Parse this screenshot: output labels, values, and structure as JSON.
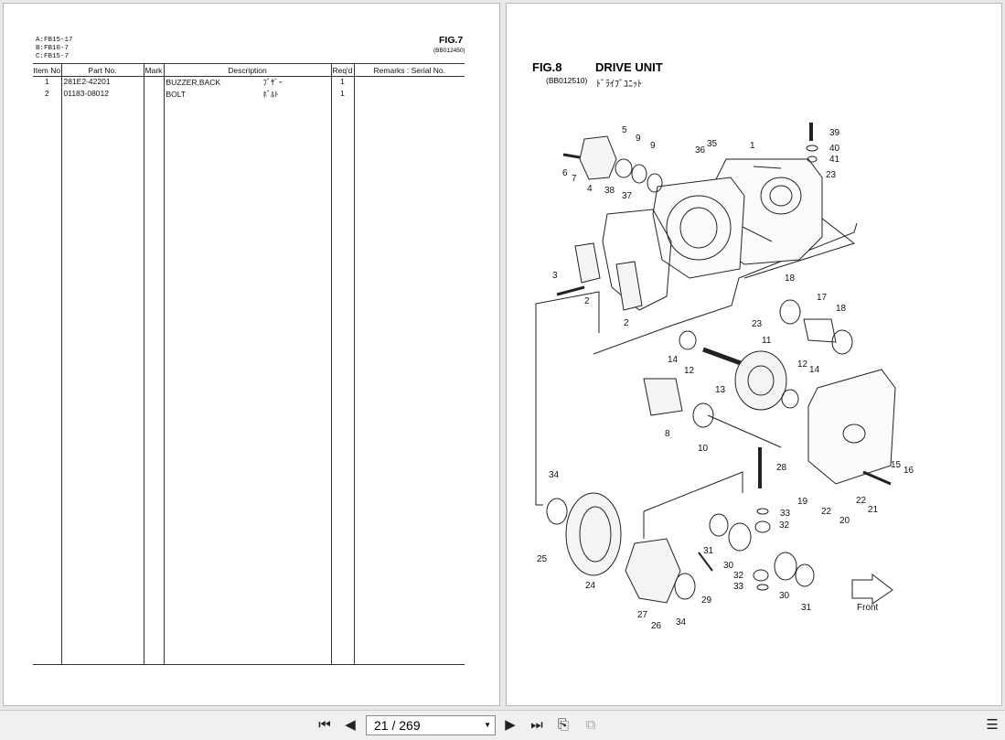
{
  "left_page": {
    "models": [
      "A:FB15-17",
      "B:FB10-7",
      "C:FB15-7"
    ],
    "fig_label": "FIG.7",
    "fig_code": "(BB012450)",
    "columns": [
      "Item No",
      "Part No.",
      "Mark",
      "Description",
      "Req'd",
      "Remarks : Serial No."
    ],
    "rows": [
      {
        "item": "1",
        "part_no": "281E2-42201",
        "mark": "",
        "description": "BUZZER,BACK",
        "jp": "ﾌﾞｻﾞｰ",
        "reqd": "1",
        "remarks": ""
      },
      {
        "item": "2",
        "part_no": "01183-08012",
        "mark": "",
        "description": "BOLT",
        "jp": "ﾎﾞﾙﾄ",
        "reqd": "1",
        "remarks": ""
      }
    ]
  },
  "right_page": {
    "fig_label": "FIG.8",
    "title": "DRIVE UNIT",
    "code": "(BB012510)",
    "title_jp": "ﾄﾞﾗｲﾌﾞﾕﾆｯﾄ",
    "front_label": "Front",
    "callouts": [
      "1",
      "2",
      "2",
      "3",
      "4",
      "5",
      "6",
      "7",
      "8",
      "9",
      "9",
      "10",
      "11",
      "12",
      "12",
      "13",
      "14",
      "14",
      "15",
      "16",
      "17",
      "18",
      "18",
      "19",
      "20",
      "21",
      "22",
      "22",
      "23",
      "23",
      "24",
      "25",
      "26",
      "27",
      "28",
      "29",
      "30",
      "30",
      "31",
      "31",
      "32",
      "32",
      "33",
      "33",
      "34",
      "34",
      "35",
      "36",
      "37",
      "38",
      "39",
      "40",
      "41"
    ]
  },
  "toolbar": {
    "page_value": "21 / 269",
    "icons": [
      "first-page-icon",
      "prev-page-icon",
      "next-page-icon",
      "last-page-icon",
      "rotate-icon",
      "copy-icon",
      "sidebar-icon"
    ]
  }
}
